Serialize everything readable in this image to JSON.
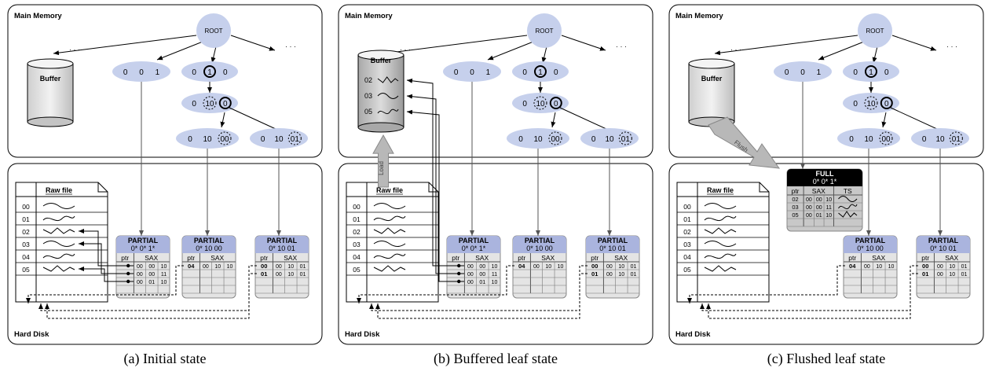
{
  "panels": [
    {
      "id": "a",
      "main_memory": "Main Memory",
      "hard_disk": "Hard Disk",
      "root": "ROOT",
      "dots": "· · ·",
      "buffer": "Buffer",
      "buffer_rows": [],
      "nodes": {
        "left": [
          "0",
          "0",
          "1"
        ],
        "mid": [
          "0",
          "1",
          "0"
        ],
        "inner": [
          "0",
          "10",
          "0"
        ],
        "leaf1": [
          "0",
          "10",
          "00"
        ],
        "leaf2": [
          "0",
          "10",
          "01"
        ]
      },
      "raw_file": "Raw file",
      "raw_rows": [
        "00",
        "01",
        "02",
        "03",
        "04",
        "05"
      ],
      "full": null,
      "partials": [
        {
          "title": "PARTIAL",
          "label": "0* 0* 1*",
          "headers": [
            "ptr",
            "SAX"
          ],
          "rows": [
            [
              "",
              "00",
              "00",
              "10"
            ],
            [
              "",
              "00",
              "00",
              "11"
            ],
            [
              "",
              "00",
              "01",
              "10"
            ]
          ]
        },
        {
          "title": "PARTIAL",
          "label": "0* 10 00",
          "headers": [
            "ptr",
            "SAX"
          ],
          "rows": [
            [
              "04",
              "00",
              "10",
              "10"
            ]
          ]
        },
        {
          "title": "PARTIAL",
          "label": "0* 10 01",
          "headers": [
            "ptr",
            "SAX"
          ],
          "rows": [
            [
              "00",
              "00",
              "10",
              "01"
            ],
            [
              "01",
              "00",
              "10",
              "01"
            ]
          ]
        }
      ],
      "caption": "(a) Initial state"
    },
    {
      "id": "b",
      "main_memory": "Main Memory",
      "hard_disk": "Hard Disk",
      "root": "ROOT",
      "dots": "· · ·",
      "buffer": "Buffer",
      "buffer_rows": [
        "02",
        "03",
        "05"
      ],
      "arrow_label": "Load",
      "nodes": {
        "left": [
          "0",
          "0",
          "1"
        ],
        "mid": [
          "0",
          "1",
          "0"
        ],
        "inner": [
          "0",
          "10",
          "0"
        ],
        "leaf1": [
          "0",
          "10",
          "00"
        ],
        "leaf2": [
          "0",
          "10",
          "01"
        ]
      },
      "raw_file": "Raw file",
      "raw_rows": [
        "00",
        "01",
        "02",
        "03",
        "04",
        "05"
      ],
      "full": null,
      "partials": [
        {
          "title": "PARTIAL",
          "label": "0* 0* 1*",
          "headers": [
            "ptr",
            "SAX"
          ],
          "rows": [
            [
              "",
              "00",
              "00",
              "10"
            ],
            [
              "",
              "00",
              "00",
              "11"
            ],
            [
              "",
              "00",
              "01",
              "10"
            ]
          ]
        },
        {
          "title": "PARTIAL",
          "label": "0* 10 00",
          "headers": [
            "ptr",
            "SAX"
          ],
          "rows": [
            [
              "04",
              "00",
              "10",
              "10"
            ]
          ]
        },
        {
          "title": "PARTIAL",
          "label": "0* 10 01",
          "headers": [
            "ptr",
            "SAX"
          ],
          "rows": [
            [
              "00",
              "00",
              "10",
              "01"
            ],
            [
              "01",
              "00",
              "10",
              "01"
            ]
          ]
        }
      ],
      "caption": "(b) Buffered leaf state"
    },
    {
      "id": "c",
      "main_memory": "Main Memory",
      "hard_disk": "Hard Disk",
      "root": "ROOT",
      "dots": "· · ·",
      "buffer": "Buffer",
      "buffer_rows": [],
      "arrow_label": "Flush",
      "nodes": {
        "left": [
          "0",
          "0",
          "1"
        ],
        "mid": [
          "0",
          "1",
          "0"
        ],
        "inner": [
          "0",
          "10",
          "0"
        ],
        "leaf1": [
          "0",
          "10",
          "00"
        ],
        "leaf2": [
          "0",
          "10",
          "01"
        ]
      },
      "raw_file": "Raw file",
      "raw_rows": [
        "00",
        "01",
        "02",
        "03",
        "04",
        "05"
      ],
      "full": {
        "title": "FULL",
        "label": "0* 0* 1*",
        "headers": [
          "ptr",
          "SAX",
          "TS"
        ],
        "rows": [
          [
            "02",
            "00",
            "00",
            "10"
          ],
          [
            "03",
            "00",
            "00",
            "11"
          ],
          [
            "05",
            "00",
            "01",
            "10"
          ]
        ]
      },
      "partials": [
        {
          "title": "PARTIAL",
          "label": "0* 10 00",
          "headers": [
            "ptr",
            "SAX"
          ],
          "rows": [
            [
              "04",
              "00",
              "10",
              "10"
            ]
          ]
        },
        {
          "title": "PARTIAL",
          "label": "0* 10 01",
          "headers": [
            "ptr",
            "SAX"
          ],
          "rows": [
            [
              "00",
              "00",
              "10",
              "01"
            ],
            [
              "01",
              "00",
              "10",
              "01"
            ]
          ]
        }
      ],
      "caption": "(c) Flushed leaf state"
    }
  ]
}
